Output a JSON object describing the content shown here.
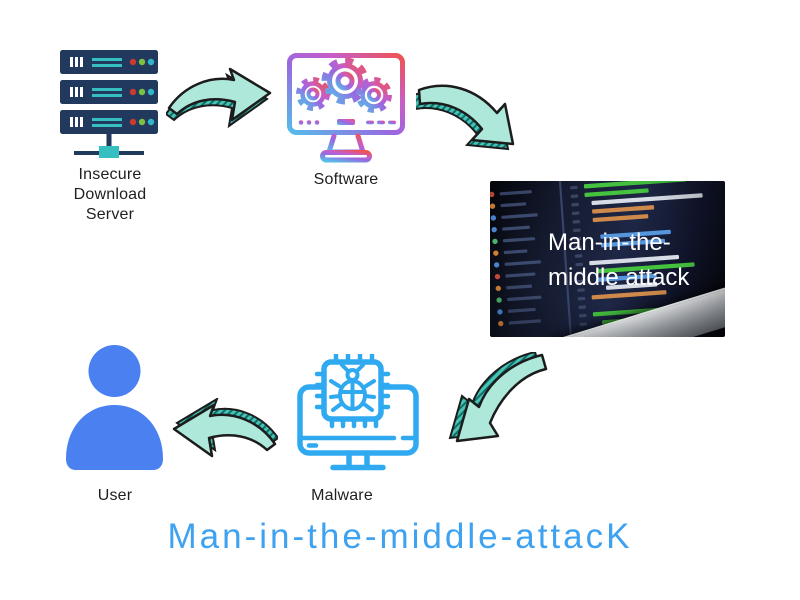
{
  "diagram": {
    "title": {
      "text": "Man-in-the-middle-attacK"
    },
    "nodes": {
      "server": {
        "label": "Insecure\nDownload\nServer"
      },
      "software": {
        "label": "Software"
      },
      "malware": {
        "label": "Malware"
      },
      "user": {
        "label": "User"
      }
    }
  },
  "photo": {
    "overlay_text": "Man-in-the-\nmiddle attack",
    "palette": {
      "g": "#45c33f",
      "w": "#d7dce6",
      "o": "#cf8a4b",
      "b": "#5596dd",
      "gr": "#78839e"
    },
    "sidebar_rows": [
      {
        "c": "#d8503f",
        "w": 30
      },
      {
        "c": "#e0883c",
        "w": 24
      },
      {
        "c": "#4f8fe0",
        "w": 34
      },
      {
        "c": "#4f8fe0",
        "w": 26
      },
      {
        "c": "#52bd6f",
        "w": 30
      },
      {
        "c": "#e0883c",
        "w": 22
      },
      {
        "c": "#4f8fe0",
        "w": 34
      },
      {
        "c": "#d8503f",
        "w": 28
      },
      {
        "c": "#e0883c",
        "w": 24
      },
      {
        "c": "#52bd6f",
        "w": 32
      },
      {
        "c": "#4f8fe0",
        "w": 26
      },
      {
        "c": "#e0883c",
        "w": 30
      }
    ],
    "code_lines": [
      [
        0,
        96,
        "g"
      ],
      [
        0,
        60,
        "g"
      ],
      [
        6,
        104,
        "w"
      ],
      [
        6,
        58,
        "o"
      ],
      [
        6,
        52,
        "o"
      ],
      [
        0,
        0,
        "w"
      ],
      [
        12,
        66,
        "b"
      ],
      [
        12,
        60,
        "b"
      ],
      [
        0,
        0,
        "w"
      ],
      [
        0,
        84,
        "w"
      ],
      [
        6,
        92,
        "g"
      ],
      [
        6,
        56,
        "b"
      ],
      [
        14,
        48,
        "w"
      ],
      [
        0,
        70,
        "o"
      ],
      [
        0,
        0,
        "w"
      ],
      [
        0,
        98,
        "g"
      ],
      [
        8,
        76,
        "g"
      ],
      [
        8,
        54,
        "w"
      ],
      [
        0,
        88,
        "g"
      ],
      [
        6,
        60,
        "b"
      ]
    ]
  },
  "colors": {
    "ink": "#1c1c1c",
    "mint": "#aee8db",
    "hatch_base": "#49c3b6",
    "hatch_dark": "#0e6e66",
    "malware_blue": "#2fa9f0",
    "user_blue": "#4a80f0",
    "server_navy": "#21395c",
    "server_teal": "#35bfc0",
    "server_dot_red": "#c93b32",
    "server_dot_green": "#7cc242",
    "server_dot_teal": "#2fb6c9",
    "gradient_red": "#ee5350",
    "gradient_magenta": "#c95cc6",
    "gradient_purple": "#9a68e0",
    "gradient_cyan": "#55bdea",
    "accent_title": "#3fa2f0",
    "label_ink": "#1f1f1f"
  }
}
